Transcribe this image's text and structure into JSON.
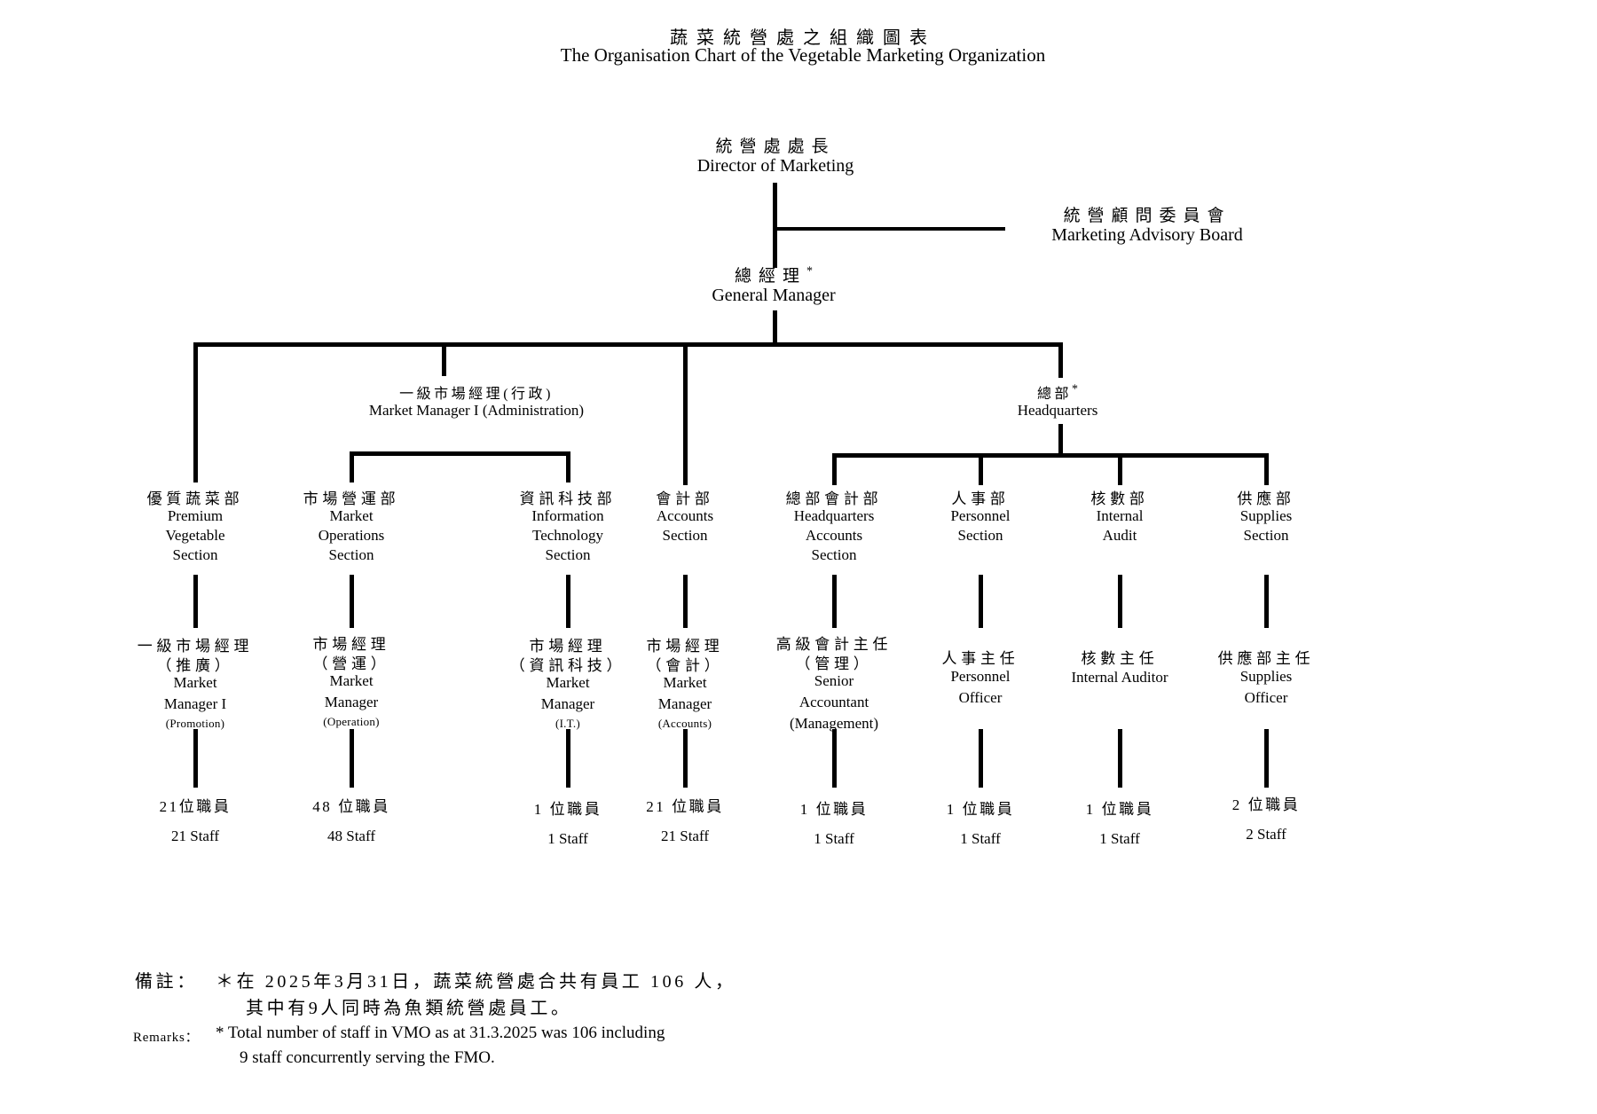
{
  "title": {
    "zh": "蔬菜統營處之組織圖表",
    "en": "The Organisation Chart of the Vegetable Marketing Organization"
  },
  "director": {
    "zh": "統營處處長",
    "en": "Director of Marketing"
  },
  "advisory_board": {
    "zh": "統營顧問委員會",
    "en": "Marketing Advisory Board"
  },
  "general_manager": {
    "zh": "總經理",
    "asterisk": "*",
    "en": "General Manager"
  },
  "admin_manager": {
    "zh": "一級市場經理(行政)",
    "en": "Market Manager I (Administration)"
  },
  "headquarters": {
    "zh": "總部",
    "asterisk": "*",
    "en": "Headquarters"
  },
  "columns": [
    {
      "name": "premium-vegetable-section",
      "section_zh": "優質蔬菜部",
      "section_en": [
        "Premium",
        "Vegetable",
        "Section"
      ],
      "manager_zh": [
        "一級市場經理",
        "（推廣）"
      ],
      "manager_en": [
        "Market",
        "Manager I"
      ],
      "manager_small": "(Promotion)",
      "staff_zh": "21位職員",
      "staff_en": "21 Staff"
    },
    {
      "name": "market-operations-section",
      "section_zh": "市場營運部",
      "section_en": [
        "Market",
        "Operations",
        "Section"
      ],
      "manager_zh": [
        "市場經理",
        "（營運）"
      ],
      "manager_en": [
        "Market",
        "Manager"
      ],
      "manager_small": "(Operation)",
      "staff_zh": "48 位職員",
      "staff_en": "48 Staff"
    },
    {
      "name": "information-technology-section",
      "section_zh": "資訊科技部",
      "section_en": [
        "Information",
        "Technology",
        "Section"
      ],
      "manager_zh": [
        "市場經理",
        "（資訊科技）"
      ],
      "manager_en": [
        "Market",
        "Manager"
      ],
      "manager_small": "(I.T.)",
      "staff_zh": "1 位職員",
      "staff_en": "1 Staff"
    },
    {
      "name": "accounts-section",
      "section_zh": "會計部",
      "section_en": [
        "Accounts",
        "Section"
      ],
      "manager_zh": [
        "市場經理",
        "（會計）"
      ],
      "manager_en": [
        "Market",
        "Manager"
      ],
      "manager_small": "(Accounts)",
      "staff_zh": "21 位職員",
      "staff_en": "21 Staff"
    },
    {
      "name": "headquarters-accounts-section",
      "section_zh": "總部會計部",
      "section_en": [
        "Headquarters",
        "Accounts",
        "Section"
      ],
      "manager_zh": [
        "高級會計主任",
        "（管理）"
      ],
      "manager_en": [
        "Senior",
        "Accountant",
        "(Management)"
      ],
      "staff_zh": "1 位職員",
      "staff_en": "1 Staff"
    },
    {
      "name": "personnel-section",
      "section_zh": "人事部",
      "section_en": [
        "Personnel",
        "Section"
      ],
      "manager_zh": [
        "人事主任"
      ],
      "manager_en": [
        "Personnel",
        "Officer"
      ],
      "staff_zh": "1 位職員",
      "staff_en": "1 Staff"
    },
    {
      "name": "internal-audit",
      "section_zh": "核數部",
      "section_en": [
        "Internal",
        "Audit"
      ],
      "manager_zh": [
        "核數主任"
      ],
      "manager_en": [
        "Internal Auditor"
      ],
      "staff_zh": "1 位職員",
      "staff_en": "1 Staff"
    },
    {
      "name": "supplies-section",
      "section_zh": "供應部",
      "section_en": [
        "Supplies",
        "Section"
      ],
      "manager_zh": [
        "供應部主任"
      ],
      "manager_en": [
        "Supplies",
        "Officer"
      ],
      "staff_zh": "2 位職員",
      "staff_en": "2 Staff"
    }
  ],
  "remarks": {
    "label_zh": "備註：",
    "note_zh_line1": "＊在 2025年3月31日，蔬菜統營處合共有員工 106 人，",
    "note_zh_line2": "其中有9人同時為魚類統營處員工。",
    "label_en": "Remarks：",
    "note_en_line1": "* Total number of staff in VMO as at 31.3.2025 was 106 including",
    "note_en_line2": "9 staff concurrently serving the FMO."
  }
}
